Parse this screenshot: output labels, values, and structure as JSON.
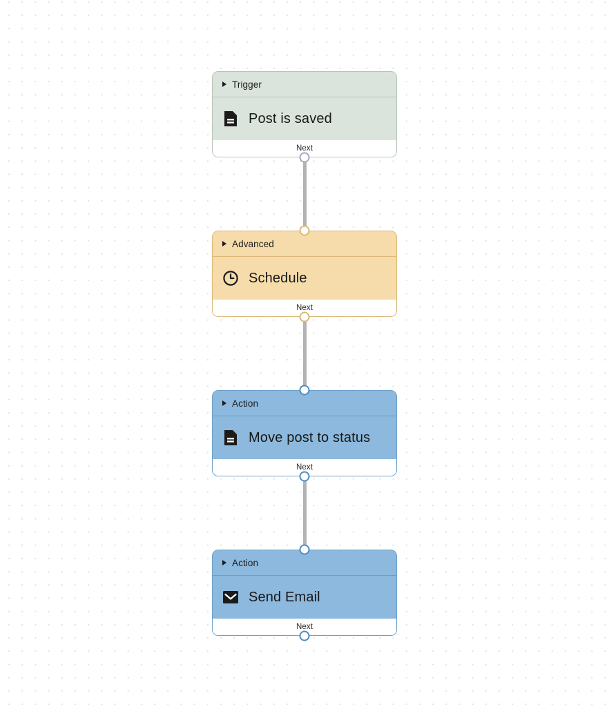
{
  "canvas": {
    "background_color": "#ffffff",
    "dot_color": "#e3e3e6",
    "connector_color": "#b3b3b3"
  },
  "nodes": [
    {
      "id": "trigger-post-is-saved",
      "category": "Trigger",
      "title": "Post is saved",
      "icon": "document-icon",
      "footer_label": "Next",
      "theme": "green",
      "header_color": "#dbe4dc",
      "border_color": "#b6c4b6",
      "handle_color": "#b49ec0"
    },
    {
      "id": "advanced-schedule",
      "category": "Advanced",
      "title": "Schedule",
      "icon": "clock-icon",
      "footer_label": "Next",
      "theme": "tan",
      "header_color": "#f5dcaa",
      "border_color": "#dcb878",
      "handle_color": "#dcb878"
    },
    {
      "id": "action-move-post-to-status",
      "category": "Action",
      "title": "Move post to status",
      "icon": "document-icon",
      "footer_label": "Next",
      "theme": "blue",
      "header_color": "#8cb9dd",
      "border_color": "#6b9fc9",
      "handle_color": "#4f8cc0"
    },
    {
      "id": "action-send-email",
      "category": "Action",
      "title": "Send Email",
      "icon": "envelope-icon",
      "footer_label": "Next",
      "theme": "blue",
      "header_color": "#8cb9dd",
      "border_color": "#6b9fc9",
      "handle_color": "#4f8cc0"
    }
  ],
  "edges": [
    {
      "from": "trigger-post-is-saved",
      "to": "advanced-schedule"
    },
    {
      "from": "advanced-schedule",
      "to": "action-move-post-to-status"
    },
    {
      "from": "action-move-post-to-status",
      "to": "action-send-email"
    }
  ]
}
